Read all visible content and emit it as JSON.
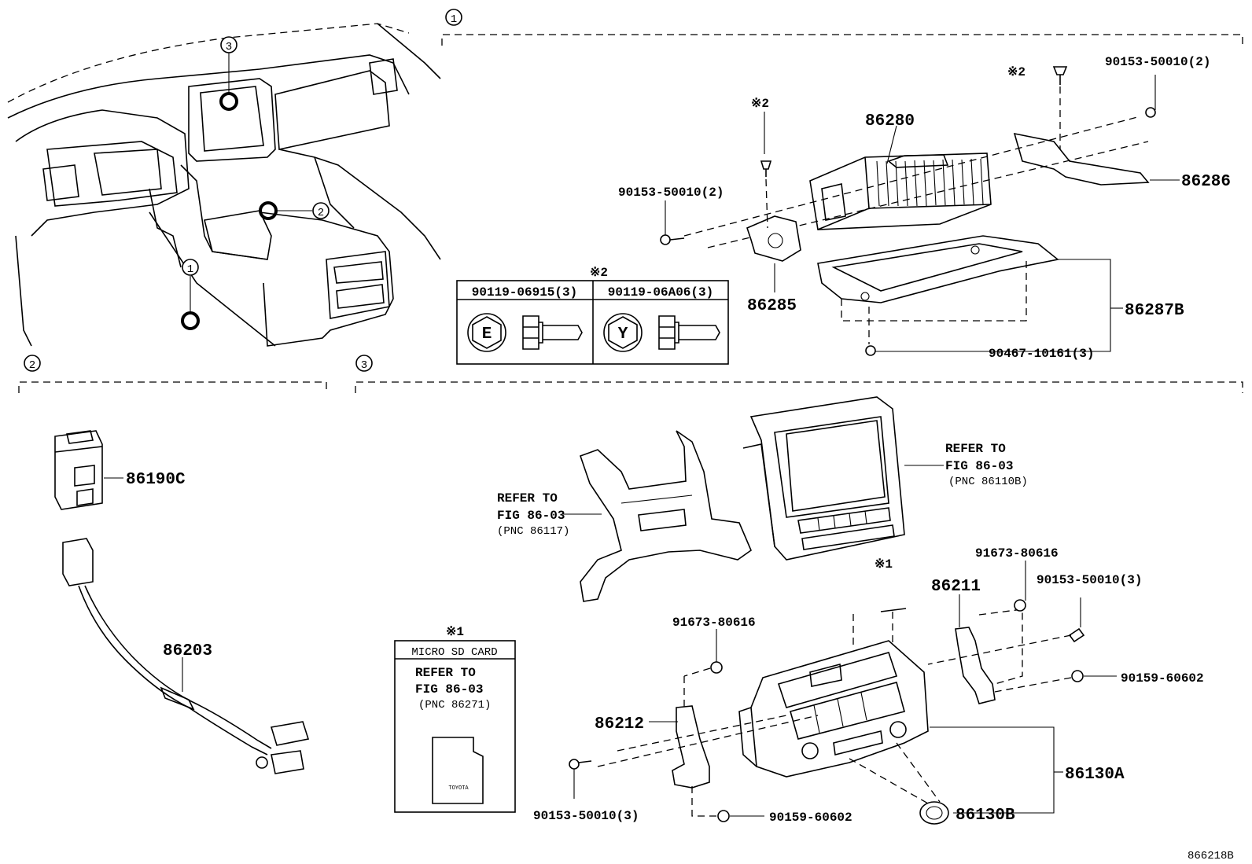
{
  "sections": {
    "s1_marker": "1",
    "s2_marker": "2",
    "s3_marker": "3"
  },
  "overview": {
    "callout_1": "1",
    "callout_2": "2",
    "callout_3": "3"
  },
  "section1": {
    "part_86280": "86280",
    "part_86286": "86286",
    "part_86285": "86285",
    "part_86287B": "86287B",
    "screw_left": "90153-50010(2)",
    "screw_right": "90153-50010(2)",
    "bolt_bottom": "90467-10161(3)",
    "note2_a": "※2",
    "note2_b": "※2",
    "note2_c": "※2",
    "bolt_table": {
      "col1_header": "90119-06915(3)",
      "col2_header": "90119-06A06(3)",
      "col1_head_mark": "E",
      "col2_head_mark": "Y"
    }
  },
  "section2": {
    "part_86190C": "86190C",
    "part_86203": "86203"
  },
  "section3": {
    "refer_left": {
      "l1": "REFER TO",
      "l2": "FIG 86-03",
      "l3": "(PNC 86117)"
    },
    "refer_right": {
      "l1": "REFER TO",
      "l2": "FIG 86-03",
      "l3": "(PNC 86110B)"
    },
    "sd_note": "※1",
    "sd_box": {
      "title": "MICRO SD CARD",
      "l1": "REFER TO",
      "l2": "FIG 86-03",
      "l3": "(PNC 86271)",
      "card_logo": "TOYOTA"
    },
    "note1_b": "※1",
    "part_86211": "86211",
    "part_86212": "86212",
    "part_86130A": "86130A",
    "part_86130B": "86130B",
    "clip_left": "91673-80616",
    "clip_right": "91673-80616",
    "screw_left": "90153-50010(3)",
    "screw_right": "90153-50010(3)",
    "nut_left": "90159-60602",
    "nut_right": "90159-60602"
  },
  "figure_id": "866218B"
}
